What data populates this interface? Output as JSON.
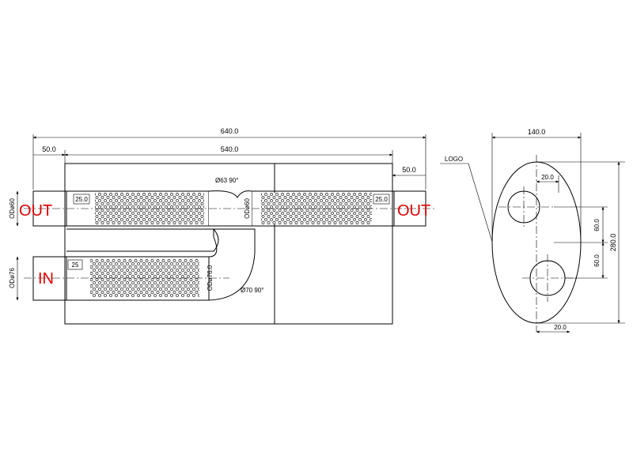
{
  "side_view": {
    "overall_length": "640.0",
    "body_length": "540.0",
    "inlet_extension": "50.0",
    "outlet_extension": "50.0",
    "outlet_left_label": "OUT",
    "outlet_right_label": "OUT",
    "inlet_label": "IN",
    "outlet_left_diameter": "ODø60",
    "outlet_right_diameter": "ODø60",
    "inlet_diameter": "ODø76",
    "inlet_inner_diameter": "ODø76.0",
    "perf_offset_left": "25.0",
    "perf_offset_right": "25.0",
    "perf_offset_inlet": "25",
    "bend_upper": "Ø63  90°",
    "bend_lower": "Ø70  90°"
  },
  "end_view": {
    "width": "140.0",
    "height": "280.0",
    "logo_label": "LOGO",
    "offset_top": "20.0",
    "offset_bottom": "20.0",
    "half_spacing_upper": "60.0",
    "half_spacing_lower": "60.0"
  }
}
